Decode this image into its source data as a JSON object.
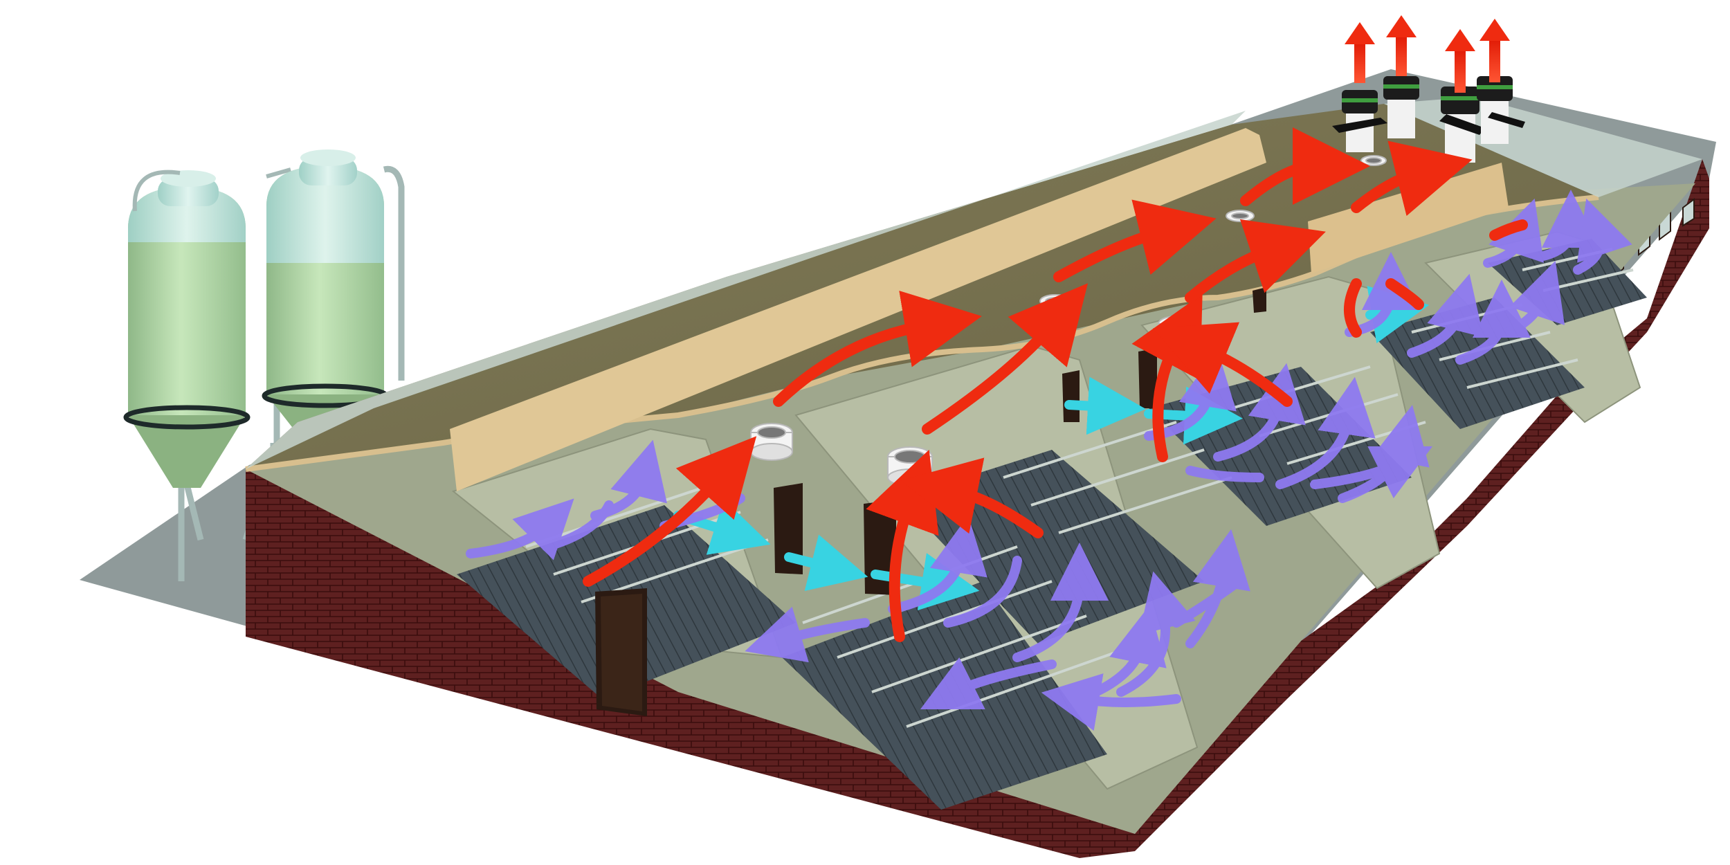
{
  "scene": {
    "colors": {
      "background": "#ffffff",
      "ground_slab": "#8f9a9a",
      "brick_wall": "#5a1e1e",
      "brick_mortar": "#3a0e0e",
      "ceiling_top": "#76714f",
      "ceiling_edge": "#d9c08f",
      "roof_glass": "#c8d6d0",
      "interior_wall": "#9fa78d",
      "floor_slat": "#3f4a4d",
      "pen_rail": "#c4cfc9",
      "silo_body": "#b3d7a6",
      "silo_top": "#bde3dc",
      "silo_frame": "#9fb3b0",
      "door": "#2b1a12",
      "fresh_air_arrow": "#8f7bf0",
      "exhaust_air_arrow": "#ef2b10",
      "inlet_flow": "#35d6e4",
      "chimney": "#1c1c1c",
      "chimney_band": "#3f9e3f",
      "duct_ring": "#f2f2f2"
    },
    "icons": {
      "fresh_air": "curved-arrow-icon",
      "exhaust_air": "up-arrow-icon",
      "ventilation_outlet": "ring-icon",
      "feed_silo": "silo-icon",
      "roof_fan": "chimney-fan-icon"
    },
    "counts": {
      "feed_silos": 2,
      "roof_chimneys": 4,
      "ceiling_openings": 6,
      "pen_rooms": 4
    }
  }
}
